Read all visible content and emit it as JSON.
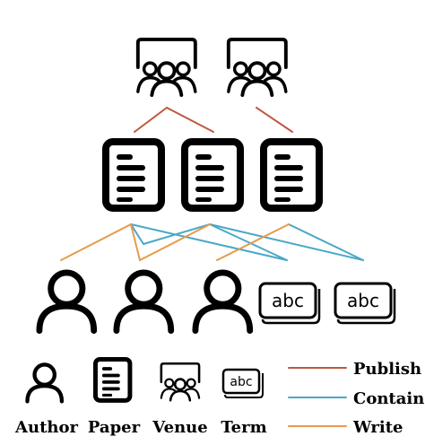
{
  "edge_types": {
    "publish": {
      "label": "Publish",
      "color": "#c0583f"
    },
    "contain": {
      "label": "Contain",
      "color": "#4aa8c8"
    },
    "write": {
      "label": "Write",
      "color": "#e89a4a"
    }
  },
  "legend_nodes": [
    {
      "label": "Author",
      "icon": "author-icon"
    },
    {
      "label": "Paper",
      "icon": "paper-icon"
    },
    {
      "label": "Venue",
      "icon": "venue-icon"
    },
    {
      "label": "Term",
      "icon": "term-icon"
    }
  ],
  "term_text": "abc"
}
